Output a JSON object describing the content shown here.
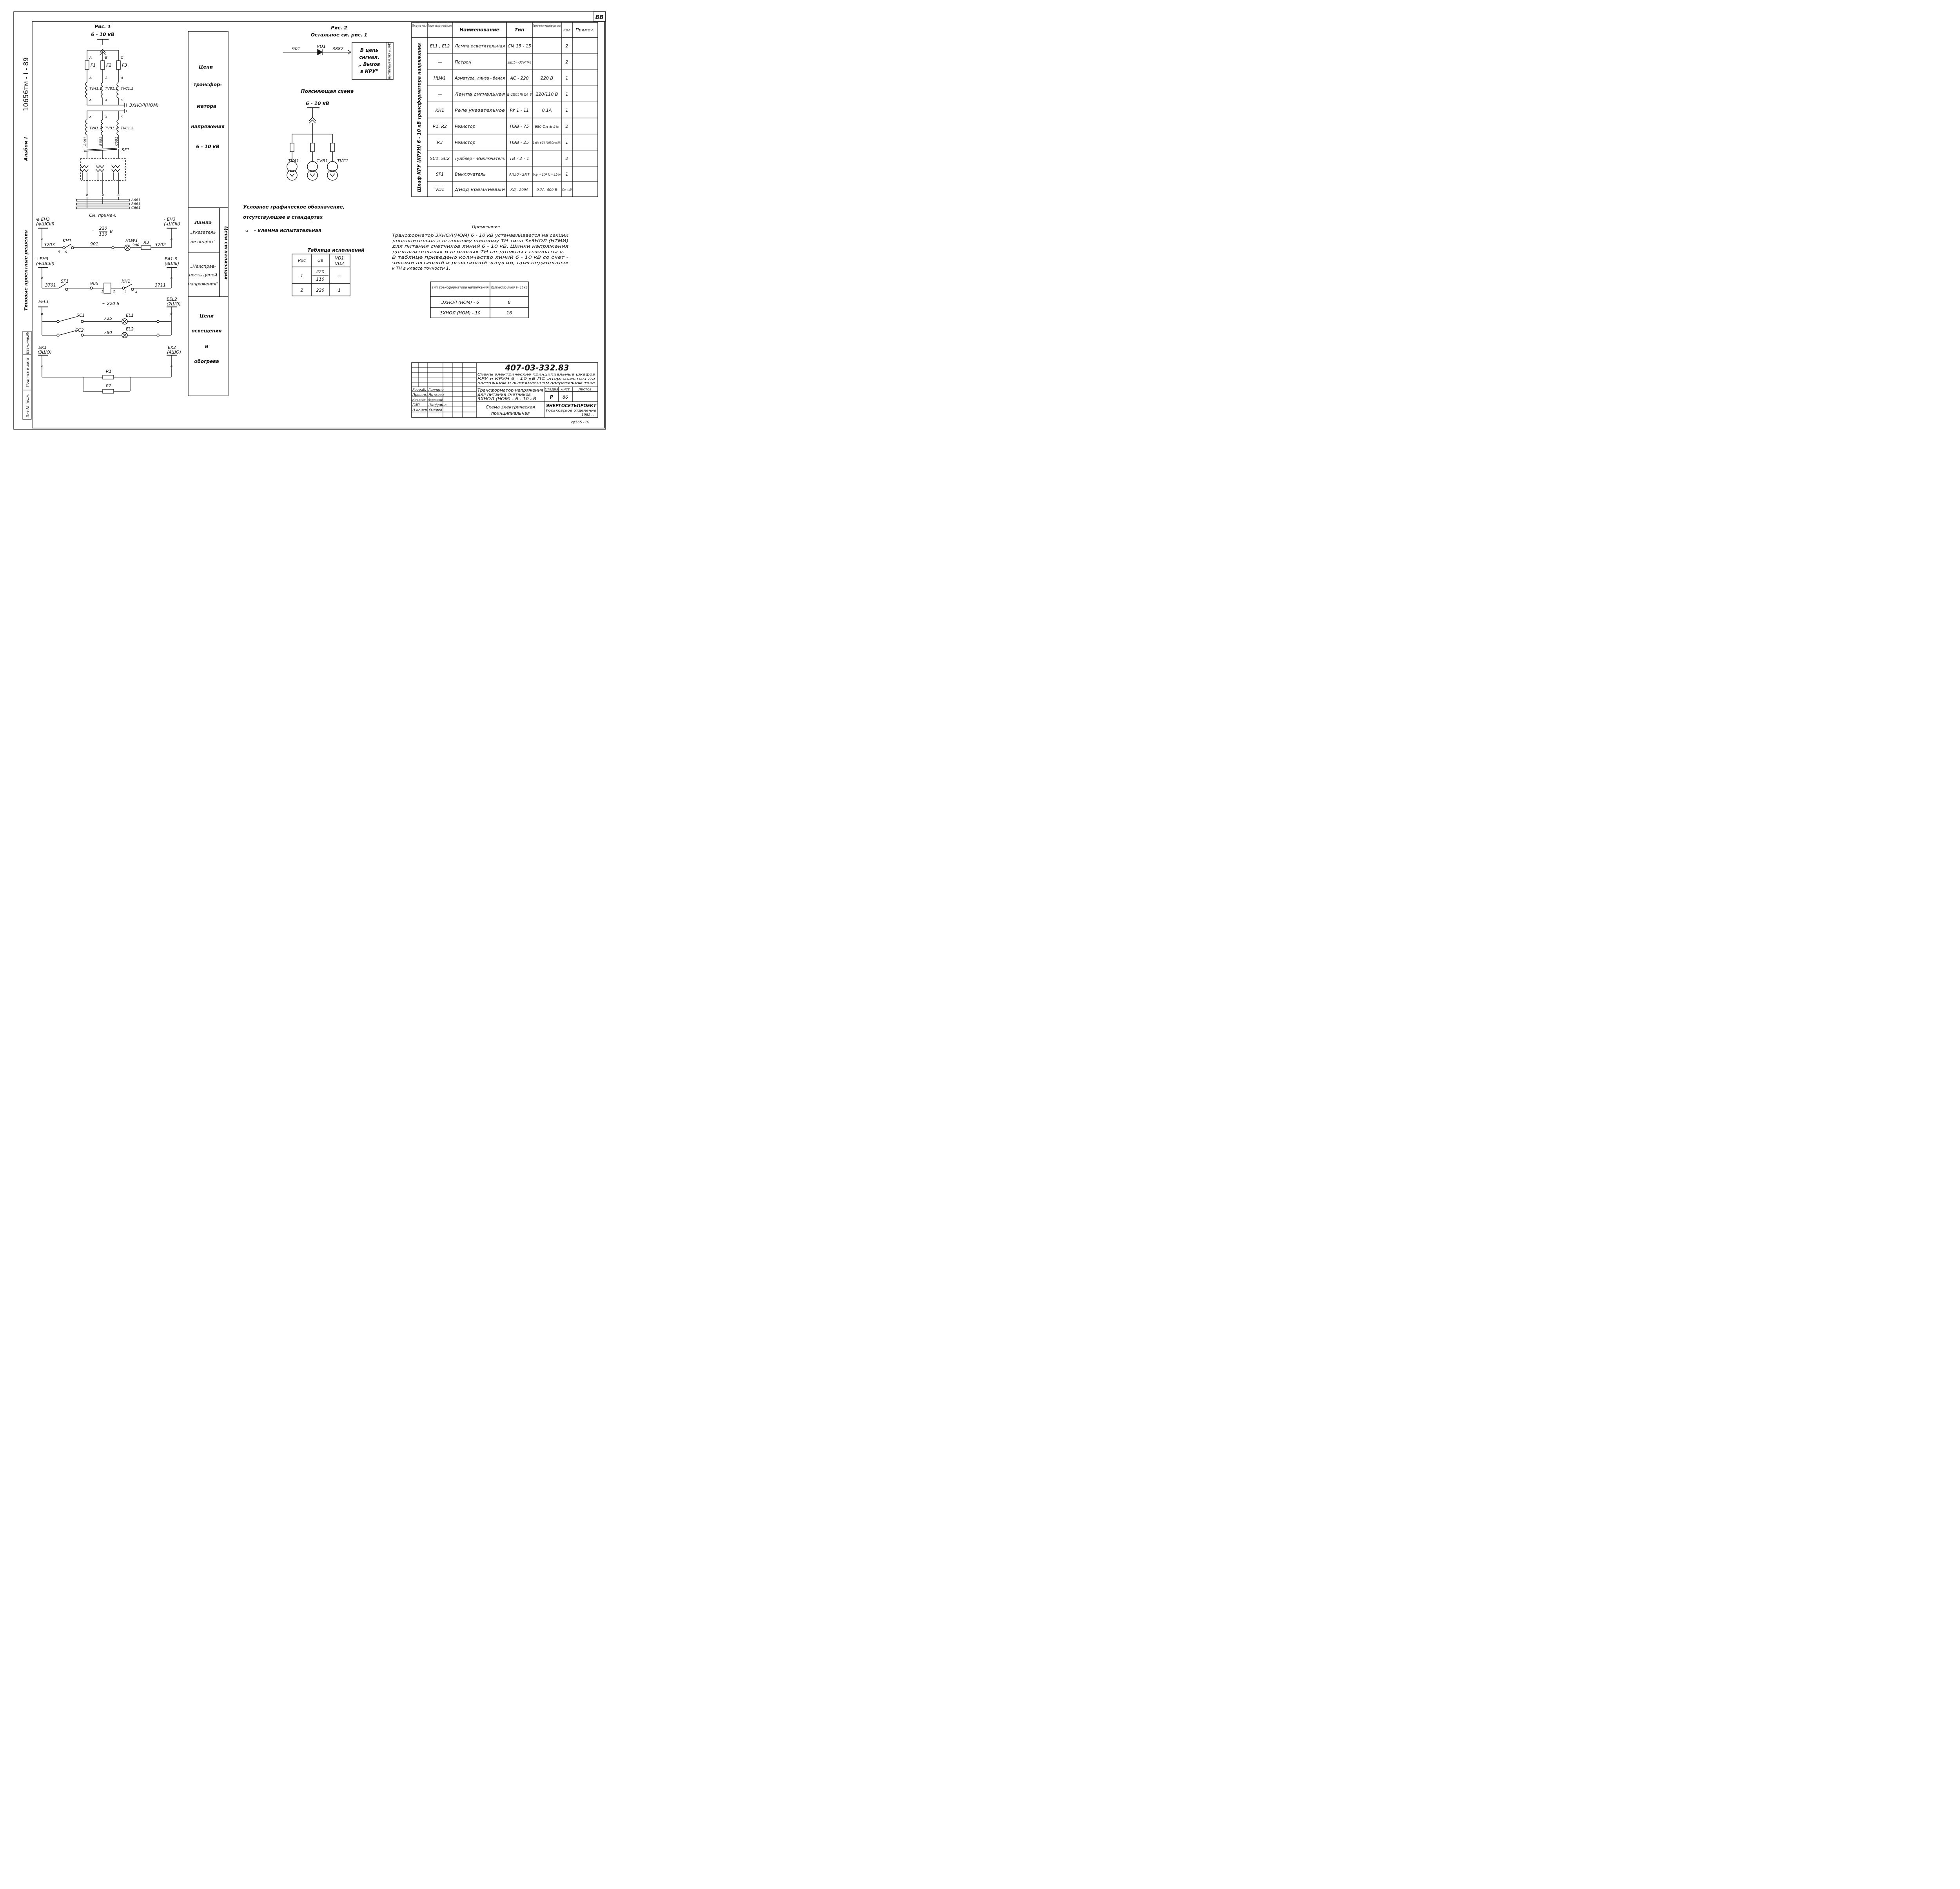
{
  "sheet": {
    "page_number": "88",
    "album_code": "10656тм - I - 89",
    "album": "Альбом I",
    "side_label": "Типовые проектные решения",
    "left_stamp": [
      "Инв.№ подл.",
      "Подпись и дата",
      "Взам.инв.№"
    ]
  },
  "fig1": {
    "title": "Рис. 1",
    "voltage": "6 - 10 кВ",
    "phases": [
      "A",
      "B",
      "C"
    ],
    "fuses": [
      "F1",
      "F2",
      "F3"
    ],
    "winding_a": "A",
    "winding_x": "x",
    "tv1": [
      "TVA1.1",
      "TVB1.1",
      "TVC1.1"
    ],
    "transformer": "3ХНОЛ(НОМ)",
    "tv2": [
      "TVA1.2",
      "TVB1.2",
      "TVC1.2"
    ],
    "wires": [
      "A601",
      "B601",
      "C601"
    ],
    "breaker": "SF1",
    "buses": [
      "A661",
      "B661",
      "C661"
    ],
    "bus_note": "См. примеч."
  },
  "signal": {
    "left_bus": "⊕ EH3",
    "left_bus2": "(⊕ШСIII)",
    "right_bus": "- EH3",
    "right_bus2": "(-ШСIII)",
    "voltage_num": "220",
    "voltage_den": "110",
    "voltage_unit": "В",
    "voltage_prefix": "-",
    "relay": "KH1",
    "lamp": "HLW1",
    "resistor": "R3",
    "n1": "3703",
    "n2": "901",
    "n3": "900",
    "n4": "3702",
    "c5": "5",
    "c6": "6"
  },
  "fault": {
    "left_bus": "+EH3",
    "left_bus2": "(+ШСIII)",
    "right_bus": "EA1.3",
    "right_bus2": "(8ШIII)",
    "n1": "3701",
    "breaker": "SF1",
    "n2": "905",
    "relay": "KH1",
    "n3": "3711",
    "c1": "1",
    "c2": "2",
    "c3": "3",
    "c4": "4"
  },
  "light": {
    "left_bus": "EEL1",
    "right_bus": "EEL2",
    "right_bus2": "(2ШО)",
    "voltage": "~ 220 В",
    "sw1": "SC1",
    "sw2": "SC2",
    "n1": "725",
    "n2": "780",
    "lamp1": "EL1",
    "lamp2": "EL2"
  },
  "heat": {
    "left_bus": "EK1",
    "left_bus2": "(3ШО)",
    "right_bus": "EK2",
    "right_bus2": "(4ШО)",
    "r1": "R1",
    "r2": "R2"
  },
  "column": {
    "c1": [
      "Цепи",
      "трансфор-",
      "матора",
      "напряжения",
      "6 - 10 кВ"
    ],
    "c2": [
      "Лампа",
      "„Указатель",
      "не поднят\""
    ],
    "c3": [
      "„Неисправ-",
      "ность цепей",
      "напряжения\""
    ],
    "c23_side": "Цепи сигнализации",
    "c4": [
      "Цепи",
      "освещения",
      "и",
      "обогрева"
    ]
  },
  "fig2": {
    "title": "Рис. 2",
    "subtitle": "Остальное  см. рис. 1",
    "n1": "901",
    "diode": "VD1",
    "n2": "3887",
    "box": [
      "В цепь",
      "сигнал.",
      "„ Вызов",
      "в КРУ\""
    ],
    "box_side": "Цепи сигнализации"
  },
  "expl": {
    "title": "Поясняющая схема",
    "voltage": "6 - 10 кВ",
    "tvs": [
      "TVA1",
      "TVB1",
      "TVC1"
    ]
  },
  "legend": {
    "line1": "Условное графическое обозначение,",
    "line2": "отсутствующее в стандартах",
    "item": "- клемма испытательная"
  },
  "variants": {
    "title": "Таблица исполнений",
    "headers": [
      "Рис",
      "Uв",
      "VD1",
      "VD2"
    ],
    "rows": [
      {
        "fig": "1",
        "u1": "220",
        "u2": "110",
        "vd": "—"
      },
      {
        "fig": "2",
        "u1": "220",
        "u2": "",
        "vd": "1"
      }
    ]
  },
  "spec": {
    "headers": [
      "Место уста- новки",
      "Позицион- ное обоз- начение по схеме",
      "Наименование",
      "Тип",
      "Технические характе- ристики",
      "Кол",
      "Примеч."
    ],
    "side": "Шкаф КРУ (КРУН) 6 - 10 кВ трансформатора напряжения",
    "rows": [
      {
        "pos": "EL1 , EL2",
        "name": "Лампа осветительная",
        "type": "СМ 15 - 15",
        "char": "",
        "qty": "2",
        "note": ""
      },
      {
        "pos": "—",
        "name": "Патрон",
        "type": "2Ш15 - -38 МНК8",
        "char": "",
        "qty": "2",
        "note": ""
      },
      {
        "pos": "HLW1",
        "name": "Арматура, линза - белая",
        "type": "АС - 220",
        "char": "220 В",
        "qty": "1",
        "note": ""
      },
      {
        "pos": "—",
        "name": "Лампа сигнальная",
        "type": "Ц - 220/10 РН 110 - 8",
        "char": "220/110 В",
        "qty": "1",
        "note": ""
      },
      {
        "pos": "KH1",
        "name": "Реле указательное",
        "type": "РУ 1 - 11",
        "char": "0,1А",
        "qty": "1",
        "note": ""
      },
      {
        "pos": "R1, R2",
        "name": "Резистор",
        "type": "ПЭВ - 75",
        "char": "680 Ом ± 5%",
        "qty": "2",
        "note": ""
      },
      {
        "pos": "R3",
        "name": "Резистор",
        "type": "ПЭВ - 25",
        "char": "1 кОм ± 5% / 360 Ом ± 5%",
        "qty": "1",
        "note": ""
      },
      {
        "pos": "SC1, SC2",
        "name": "Тумблер - -Выключатель",
        "type": "ТВ - 2 - 1",
        "char": "",
        "qty": "2",
        "note": ""
      },
      {
        "pos": "SF1",
        "name": "Выключатель",
        "type": "АП50 - 2МТ",
        "char": "Iн.р. = 2,5А Ic = 3,5 Iн",
        "qty": "1",
        "note": ""
      },
      {
        "pos": "VD1",
        "name": "Диод кремниевый",
        "type": "КД - 209А",
        "char": "0,7А, 400 В",
        "qty": "См. таб",
        "note": ""
      }
    ]
  },
  "note": {
    "title": "Примечание",
    "lines": [
      "Трансформатор 3ХНОЛ(НОМ) 6 - 10 кВ устанавливается на секции",
      "дополнительно к основному шинному ТН типа 3х3НОЛ (НТМИ)",
      "для питания счетчиков линий 6 - 10 кВ. Шинки напряжения",
      "дополнительных и основных ТН не должны стыковаться.",
      "В таблице приведено количество линий 6 - 10 кВ со счет -",
      "чиками активной и реактивной энергии, присоединенных",
      "к ТН в классе точности 1."
    ],
    "table_headers": [
      "Тип трансформатора напряжения",
      "Количество линий 6 - 10 кВ"
    ],
    "table_rows": [
      {
        "type": "3ХНОЛ (НОМ) - 6",
        "count": "8"
      },
      {
        "type": "3ХНОЛ (НОМ) - 10",
        "count": "16"
      }
    ]
  },
  "title_block": {
    "code": "407-03-332.83",
    "project": [
      "Схемы электрические принципиальные шкафов",
      "КРУ и КРУН 6 - 10 кВ ПС энергосистем на",
      "постоянном и выпрямленном оперативном токе"
    ],
    "drawing": [
      "Трансформатор напряжения",
      "для питания счетчиков",
      "3ХНОЛ (НОМ) - 6 - 10 кВ"
    ],
    "sheet_name": [
      "Схема электрическая",
      "принципиальная"
    ],
    "roles": [
      "Разраб.",
      "Провер.",
      "Нач.сект.",
      "ГИП",
      "Н.контр."
    ],
    "names": [
      "Галчина",
      "Лоткова",
      "Федоровский",
      "Шифрина",
      "Хмелев"
    ],
    "stage_label": "Стадия",
    "sheet_label": "Лист",
    "sheets_label": "Листов",
    "stage": "Р",
    "sheet": "86",
    "org": "ЭНЕРГОСЕТЬПРОЕКТ",
    "org2": "Горьковское отделение",
    "year": "1982 г.",
    "copy_code": "ср565 - 01"
  }
}
